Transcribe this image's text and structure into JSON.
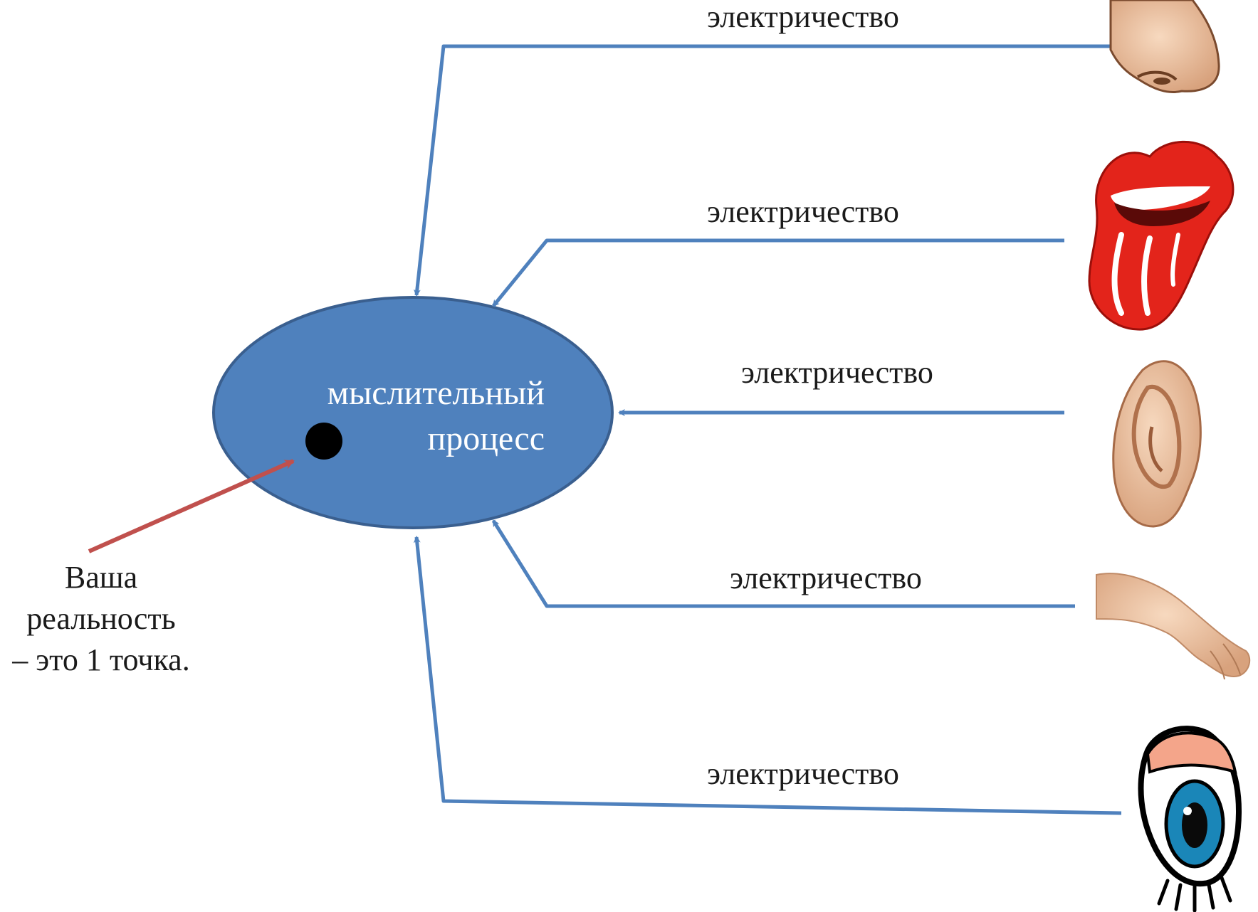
{
  "core": {
    "line1": "мыслительный",
    "line2": "процесс",
    "fill": "#4f81bd",
    "stroke": "#3a5f8f"
  },
  "signals": [
    {
      "label": "электричество",
      "organ": "nose-icon"
    },
    {
      "label": "электричество",
      "organ": "mouth-icon"
    },
    {
      "label": "электричество",
      "organ": "ear-icon"
    },
    {
      "label": "электричество",
      "organ": "hand-icon"
    },
    {
      "label": "электричество",
      "organ": "eye-icon"
    }
  ],
  "note": {
    "line1": "Ваша",
    "line2": "реальность",
    "line3": "– это 1 точка."
  },
  "colors": {
    "arrow": "#4f81bd",
    "pointer": "#c0504d",
    "dot": "#000000"
  }
}
